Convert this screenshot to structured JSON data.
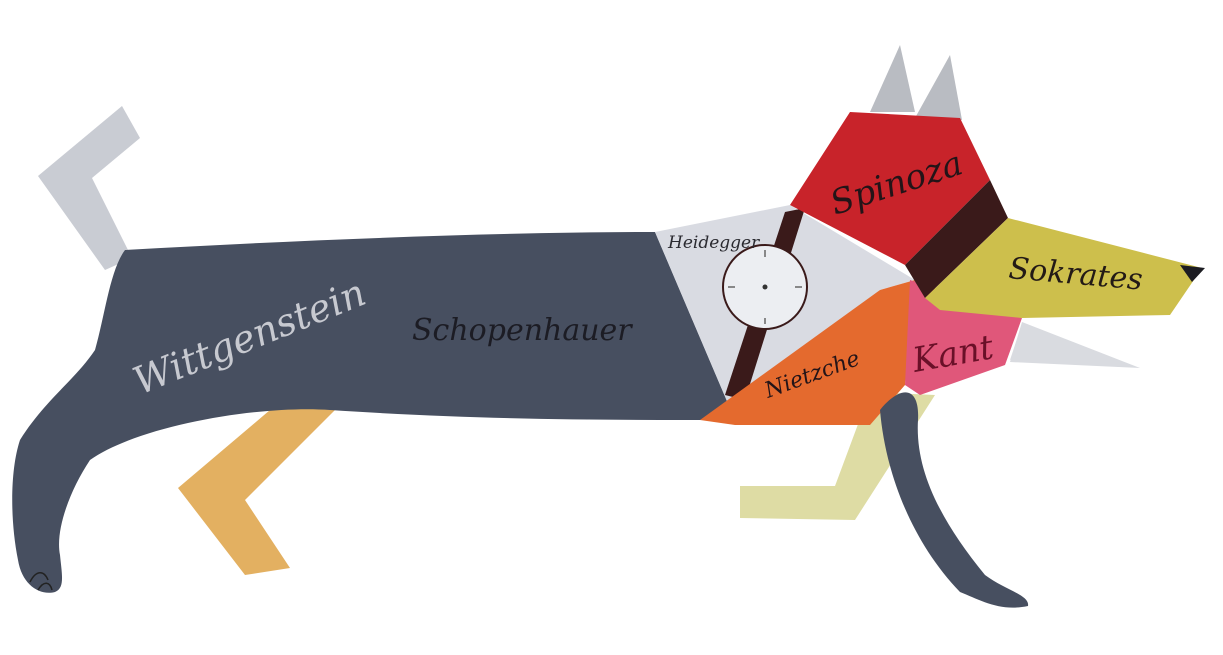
{
  "artwork": {
    "labels": {
      "wittgenstein": "Wittgenstein",
      "schopenhauer": "Schopenhauer",
      "heidegger": "Heidegger",
      "spinoza": "Spinoza",
      "sokrates": "Sokrates",
      "nietzche": "Nietzche",
      "kant": "Kant"
    },
    "colors": {
      "body": "#474f60",
      "tail": "#c9ccd3",
      "hind_leg": "#e3b061",
      "front_leg_back": "#dedca4",
      "heidegger": "#d9dbe2",
      "spinoza": "#c8232a",
      "collar": "#3a1a1a",
      "sokrates": "#cdbf4c",
      "nietzche": "#e46a2e",
      "kant": "#e0577a",
      "ears": "#b9bcc2",
      "teeth": "#d9dbe0"
    }
  }
}
